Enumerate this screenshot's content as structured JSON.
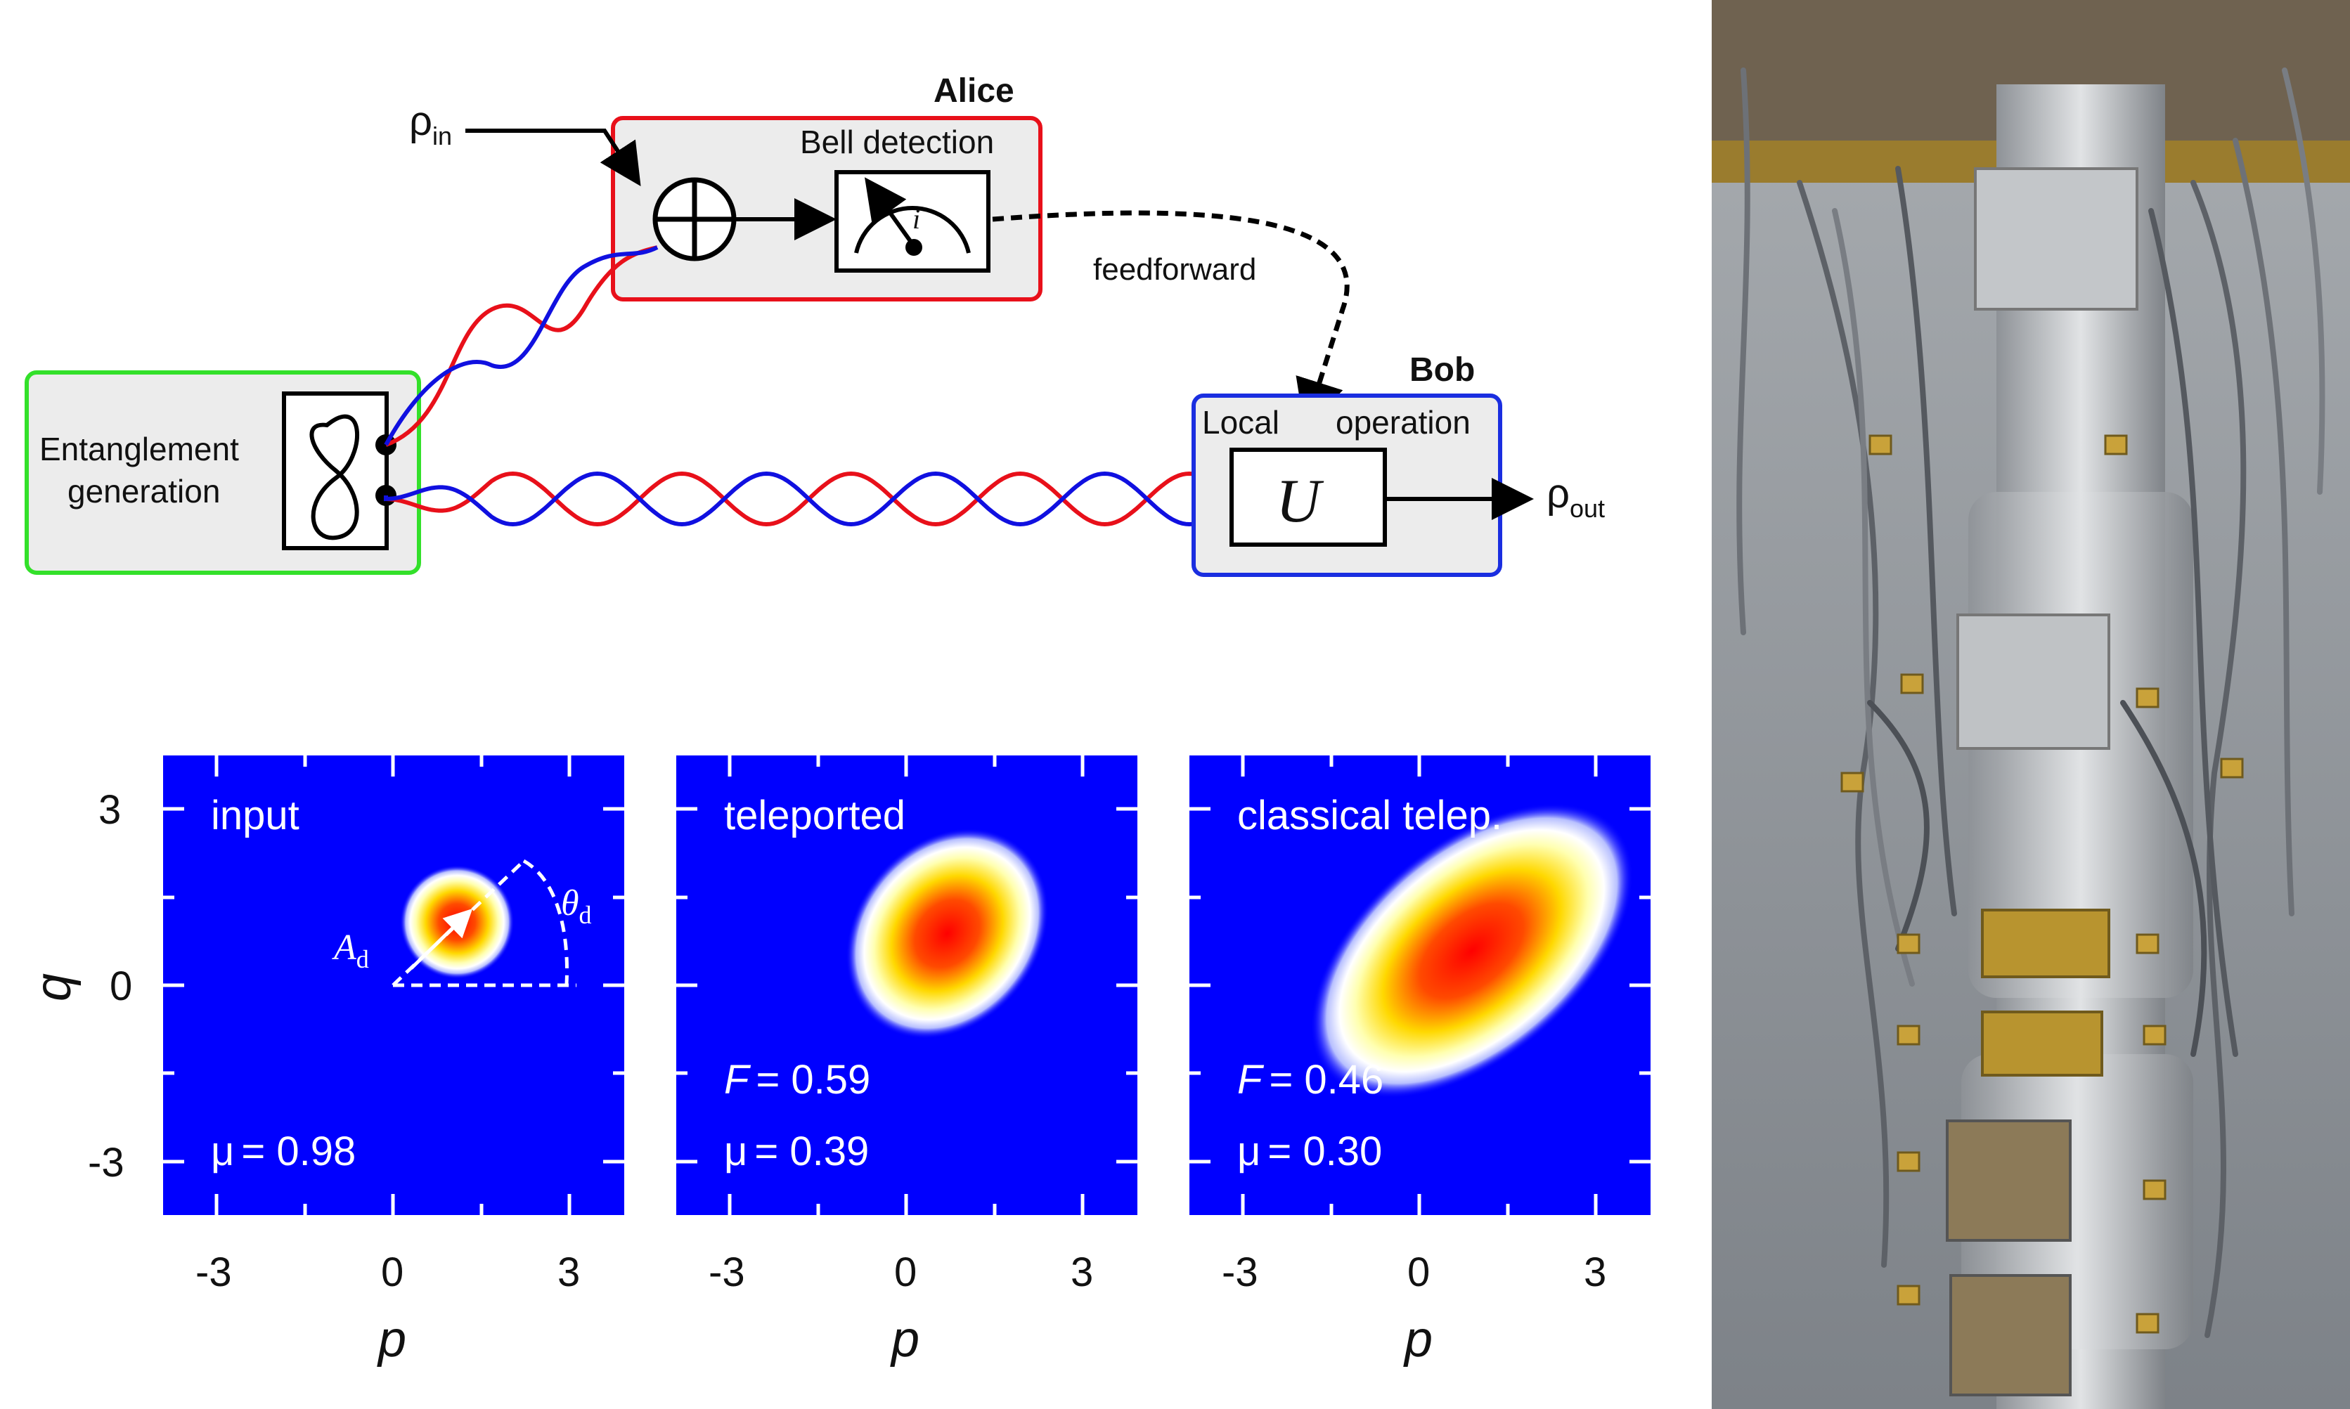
{
  "schematic": {
    "rho_in": {
      "base": "ρ",
      "sub": "in"
    },
    "rho_out": {
      "base": "ρ",
      "sub": "out"
    },
    "alice": {
      "title": "Alice",
      "detector_label": "Bell detection",
      "meter_symbol": "i"
    },
    "feedforward_label": "feedforward",
    "bob": {
      "title": "Bob",
      "op_label_left": "Local",
      "op_label_right": "operation",
      "unitary_symbol": "U"
    },
    "source": {
      "line1": "Entanglement",
      "line2": "generation"
    },
    "colors": {
      "alice_box": "#e8101a",
      "bob_box": "#1a2ee0",
      "source_box": "#33e02a",
      "box_fill": "#ececec",
      "wave_red": "#e8101a",
      "wave_blue": "#1010e0"
    }
  },
  "chart_data": [
    {
      "type": "heatmap",
      "label": "input",
      "annotation_main": {
        "symbol": "μ",
        "value": "= 0.98"
      },
      "angle_label": {
        "base": "θ",
        "sub": "d"
      },
      "amplitude_label": {
        "base": "A",
        "sub": "d"
      },
      "xlabel": "p",
      "ylabel": "q",
      "xticks": [
        "-3",
        "0",
        "3"
      ],
      "yticks": [
        "3",
        "0",
        "-3"
      ],
      "xlim": [
        -4,
        4
      ],
      "ylim": [
        -4,
        4
      ],
      "gaussian": {
        "center": [
          1.1,
          1.1
        ],
        "sigma_major": 0.45,
        "sigma_minor": 0.45,
        "angle_deg": 0
      }
    },
    {
      "type": "heatmap",
      "label": "teleported",
      "fidelity": {
        "symbol": "F",
        "value": "= 0.59"
      },
      "annotation_main": {
        "symbol": "μ",
        "value": "= 0.39"
      },
      "xlabel": "p",
      "xticks": [
        "-3",
        "0",
        "3"
      ],
      "xlim": [
        -4,
        4
      ],
      "ylim": [
        -4,
        4
      ],
      "gaussian": {
        "center": [
          0.7,
          0.9
        ],
        "sigma_major": 0.9,
        "sigma_minor": 0.72,
        "angle_deg": -50
      }
    },
    {
      "type": "heatmap",
      "label": "classical telep.",
      "fidelity": {
        "symbol": "F",
        "value": "= 0.46"
      },
      "annotation_main": {
        "symbol": "μ",
        "value": "= 0.30"
      },
      "xlabel": "p",
      "xticks": [
        "-3",
        "0",
        "3"
      ],
      "xlim": [
        -4,
        4
      ],
      "ylim": [
        -4,
        4
      ],
      "gaussian": {
        "center": [
          0.9,
          0.6
        ],
        "sigma_major": 1.5,
        "sigma_minor": 0.85,
        "angle_deg": -40
      }
    }
  ],
  "photo": {
    "background": "#8a8f95",
    "metal": "#c6c9cc",
    "gold": "#b8942f"
  }
}
